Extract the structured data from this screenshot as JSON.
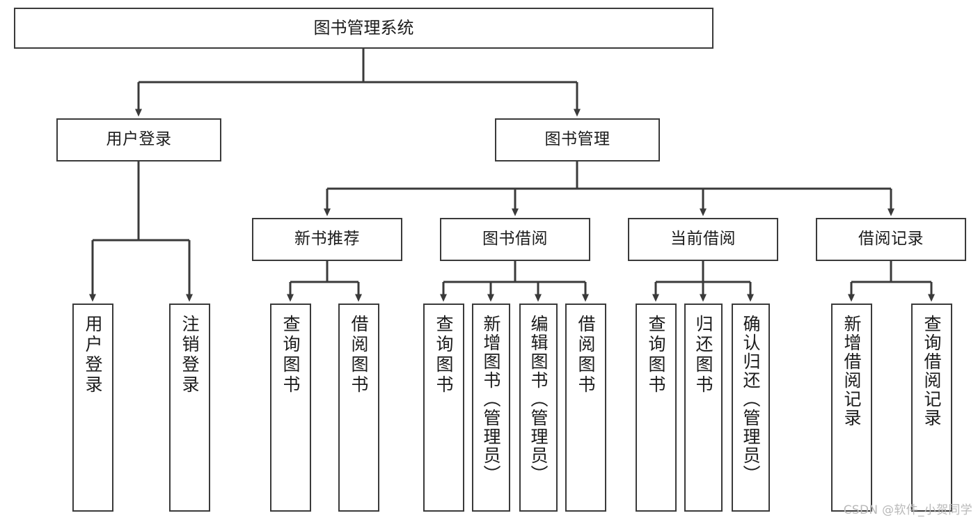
{
  "diagram": {
    "type": "tree-hierarchy",
    "title": "图书管理系统",
    "watermark": "CSDN @软件_小贺同学",
    "colors": {
      "stroke": "#3a3a3a",
      "fill": "#ffffff",
      "text": "#1b1b1b",
      "watermark": "#b9b9b9"
    }
  },
  "root": {
    "label": "图书管理系统"
  },
  "level2": [
    {
      "label": "用户登录"
    },
    {
      "label": "图书管理"
    }
  ],
  "level3": [
    {
      "label": "新书推荐"
    },
    {
      "label": "图书借阅"
    },
    {
      "label": "当前借阅"
    },
    {
      "label": "借阅记录"
    }
  ],
  "leaves": {
    "user_login": [
      {
        "label": "用户登录"
      },
      {
        "label": "注销登录"
      }
    ],
    "new_book_recommend": [
      {
        "label": "查询图书"
      },
      {
        "label": "借阅图书"
      }
    ],
    "book_borrow": [
      {
        "label": "查询图书"
      },
      {
        "label": "新增图书（管理员）"
      },
      {
        "label": "编辑图书（管理员）"
      },
      {
        "label": "借阅图书"
      }
    ],
    "current_borrow": [
      {
        "label": "查询图书"
      },
      {
        "label": "归还图书"
      },
      {
        "label": "确认归还（管理员）"
      }
    ],
    "borrow_record": [
      {
        "label": "新增借阅记录"
      },
      {
        "label": "查询借阅记录"
      }
    ]
  }
}
